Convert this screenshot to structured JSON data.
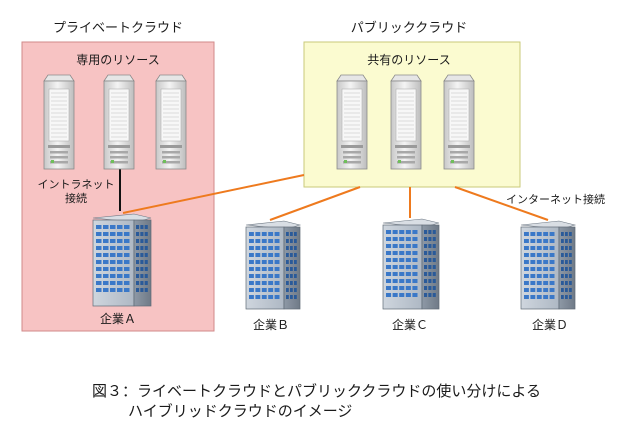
{
  "private_cloud": {
    "title": "プライベートクラウド",
    "resources_label": "専用のリソース",
    "intranet_label": "イントラネット\n接続",
    "company": "企業Ａ"
  },
  "public_cloud": {
    "title": "パブリッククラウド",
    "resources_label": "共有のリソース",
    "internet_label": "インターネット接続"
  },
  "companies": [
    "企業Ｂ",
    "企業Ｃ",
    "企業Ｄ"
  ],
  "caption": {
    "line1": "図３：ライベートクラウドとパブリッククラウドの使い分けによる",
    "line2": "ハイブリッドクラウドのイメージ"
  },
  "colors": {
    "private_fill": "#f7c3c3",
    "private_border": "#d08a8a",
    "public_fill": "#fbfbd0",
    "public_border": "#c9c97a",
    "internet_line": "#ee7a1e",
    "intranet_line": "#111111"
  }
}
